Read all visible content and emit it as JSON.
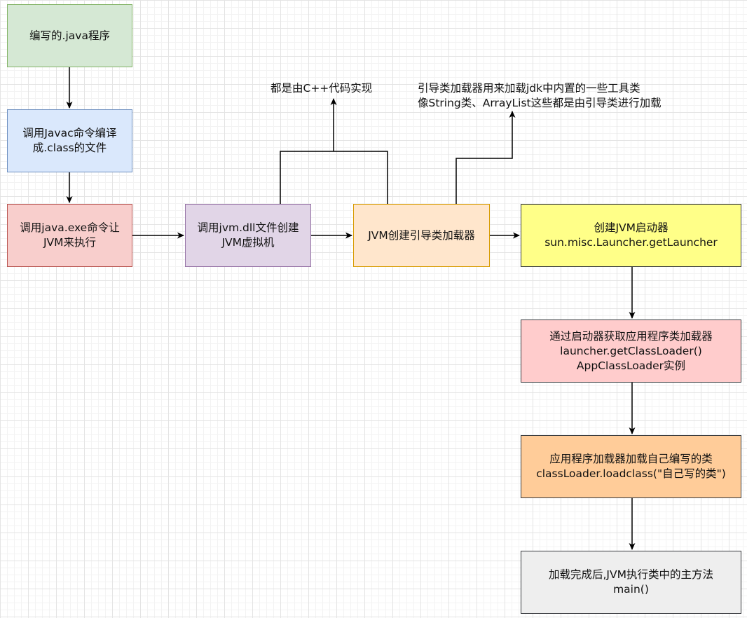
{
  "nodes": {
    "write_java": "编写的.java程序",
    "javac": {
      "line1": "调用Javac命令编译",
      "line2": "成.class的文件"
    },
    "java_exe": {
      "line1": "调用java.exe命令让",
      "line2": "JVM来执行"
    },
    "jvm_dll": {
      "line1": "调用jvm.dll文件创建",
      "line2": "JVM虚拟机"
    },
    "bootstrap": "JVM创建引导类加载器",
    "launcher": {
      "line1": "创建JVM启动器",
      "line2": "sun.misc.Launcher.getLauncher"
    },
    "app_loader": {
      "line1": "通过启动器获取应用程序类加载器",
      "line2": "launcher.getClassLoader()",
      "line3": "AppClassLoader实例"
    },
    "load_class": {
      "line1": "应用程序加载器加载自己编写的类",
      "line2": "classLoader.loadclass(\"自己写的类\")"
    },
    "main": {
      "line1": "加载完成后,JVM执行类中的主方法",
      "line2": "main()"
    }
  },
  "notes": {
    "cpp": "都是由C++代码实现",
    "bootstrap_line1": "引导类加载器用来加载jdk中内置的一些工具类",
    "bootstrap_line2": "像String类、ArrayList这些都是由引导类进行加载"
  },
  "colors": {
    "green": "#d5e8d4",
    "blue": "#dae8fc",
    "red": "#f8cecc",
    "purple": "#e1d5e7",
    "orange": "#ffe6cc",
    "yellow": "#ffff88",
    "pink": "#ffcccc",
    "peach": "#ffcc99",
    "gray": "#eeeeee"
  }
}
